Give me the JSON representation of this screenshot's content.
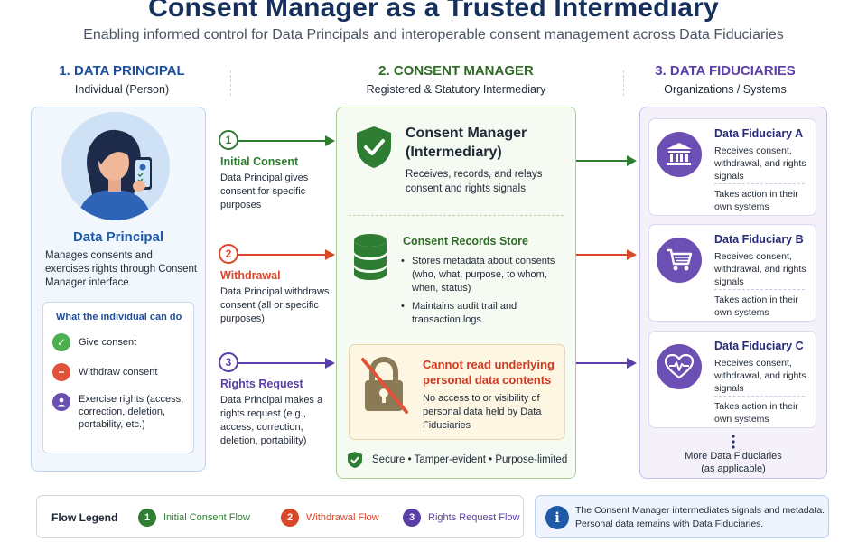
{
  "header": {
    "title": "Consent Manager as a Trusted Intermediary",
    "subtitle": "Enabling informed control for Data Principals and interoperable consent management across Data Fiduciaries"
  },
  "columns": [
    {
      "heading": "1. DATA PRINCIPAL",
      "subheading": "Individual (Person)",
      "color": "#1e4f9c"
    },
    {
      "heading": "2. CONSENT MANAGER",
      "subheading": "Registered & Statutory Intermediary",
      "color": "#2f6b26"
    },
    {
      "heading": "3. DATA FIDUCIARIES",
      "subheading": "Organizations / Systems",
      "color": "#5b3fa8"
    }
  ],
  "data_principal": {
    "title": "Data Principal",
    "description": "Manages consents and exercises rights through Consent Manager interface",
    "can_do_title": "What the individual can do",
    "can_do": [
      {
        "label": "Give consent",
        "icon": "check-icon"
      },
      {
        "label": "Withdraw consent",
        "icon": "minus-icon"
      },
      {
        "label": "Exercise rights (access, correction, deletion, portability, etc.)",
        "icon": "person-icon"
      }
    ]
  },
  "flows": [
    {
      "number": "1",
      "title": "Initial Consent",
      "description": "Data Principal gives consent for specific purposes",
      "color": "#2e7d32"
    },
    {
      "number": "2",
      "title": "Withdrawal",
      "description": "Data Principal withdraws consent (all or specific purposes)",
      "color": "#d9472b"
    },
    {
      "number": "3",
      "title": "Rights Request",
      "description": "Data Principal makes a rights request (e.g., access, correction, deletion, portability)",
      "color": "#5b3fa8"
    }
  ],
  "consent_manager": {
    "title_line1": "Consent Manager",
    "title_line2": "(Intermediary)",
    "description": "Receives, records, and relays consent and rights signals",
    "store_title": "Consent Records Store",
    "store_items": [
      "Stores metadata about consents (who, what, purpose, to whom, when, status)",
      "Maintains audit trail and transaction logs"
    ],
    "restriction_title": "Cannot read underlying personal data contents",
    "restriction_desc": "No access to or visibility of personal data held by Data Fiduciaries",
    "footer": "Secure • Tamper-evident • Purpose-limited"
  },
  "fiduciaries": [
    {
      "title": "Data Fiduciary A",
      "description": "Receives consent, withdrawal, and rights signals",
      "action": "Takes action in their own systems",
      "icon": "bank-icon"
    },
    {
      "title": "Data Fiduciary B",
      "description": "Receives consent, withdrawal, and rights signals",
      "action": "Takes action in their own systems",
      "icon": "shopping-cart-icon"
    },
    {
      "title": "Data Fiduciary C",
      "description": "Receives consent, withdrawal, and rights signals",
      "action": "Takes action in their own systems",
      "icon": "heart-pulse-icon"
    }
  ],
  "more_fiduciaries": "More Data Fiduciaries (as applicable)",
  "legend": {
    "title": "Flow Legend",
    "items": [
      {
        "number": "1",
        "label": "Initial Consent Flow",
        "color": "#2e7d32"
      },
      {
        "number": "2",
        "label": "Withdrawal Flow",
        "color": "#d9472b"
      },
      {
        "number": "3",
        "label": "Rights Request Flow",
        "color": "#5b3fa8"
      }
    ]
  },
  "info_note": {
    "line1": "The Consent Manager intermediates signals and metadata.",
    "line2": "Personal data remains with Data Fiduciaries."
  }
}
